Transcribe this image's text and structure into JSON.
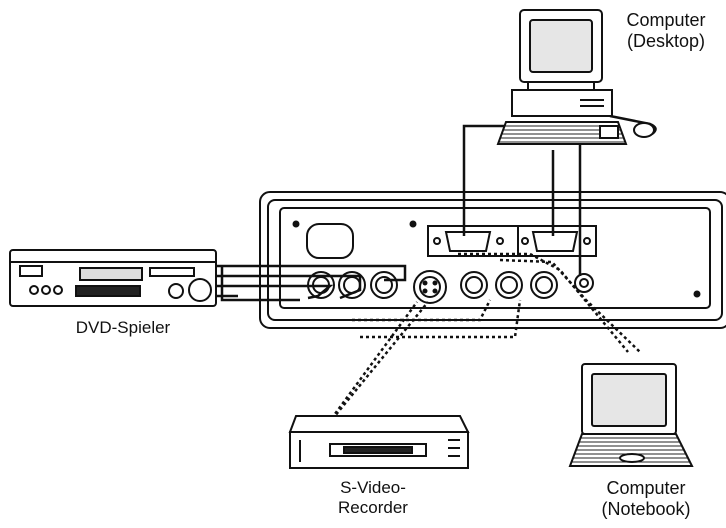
{
  "devices": {
    "desktop": {
      "line1": "Computer",
      "line2": "(Desktop)"
    },
    "dvd": {
      "label": "DVD-Spieler"
    },
    "svideo": {
      "line1": "S-Video-",
      "line2": "Recorder"
    },
    "notebook": {
      "line1": "Computer",
      "line2": "(Notebook)"
    }
  },
  "colors": {
    "line": "#111111",
    "panel": "#ffffff",
    "shade": "#d9d9d9"
  }
}
